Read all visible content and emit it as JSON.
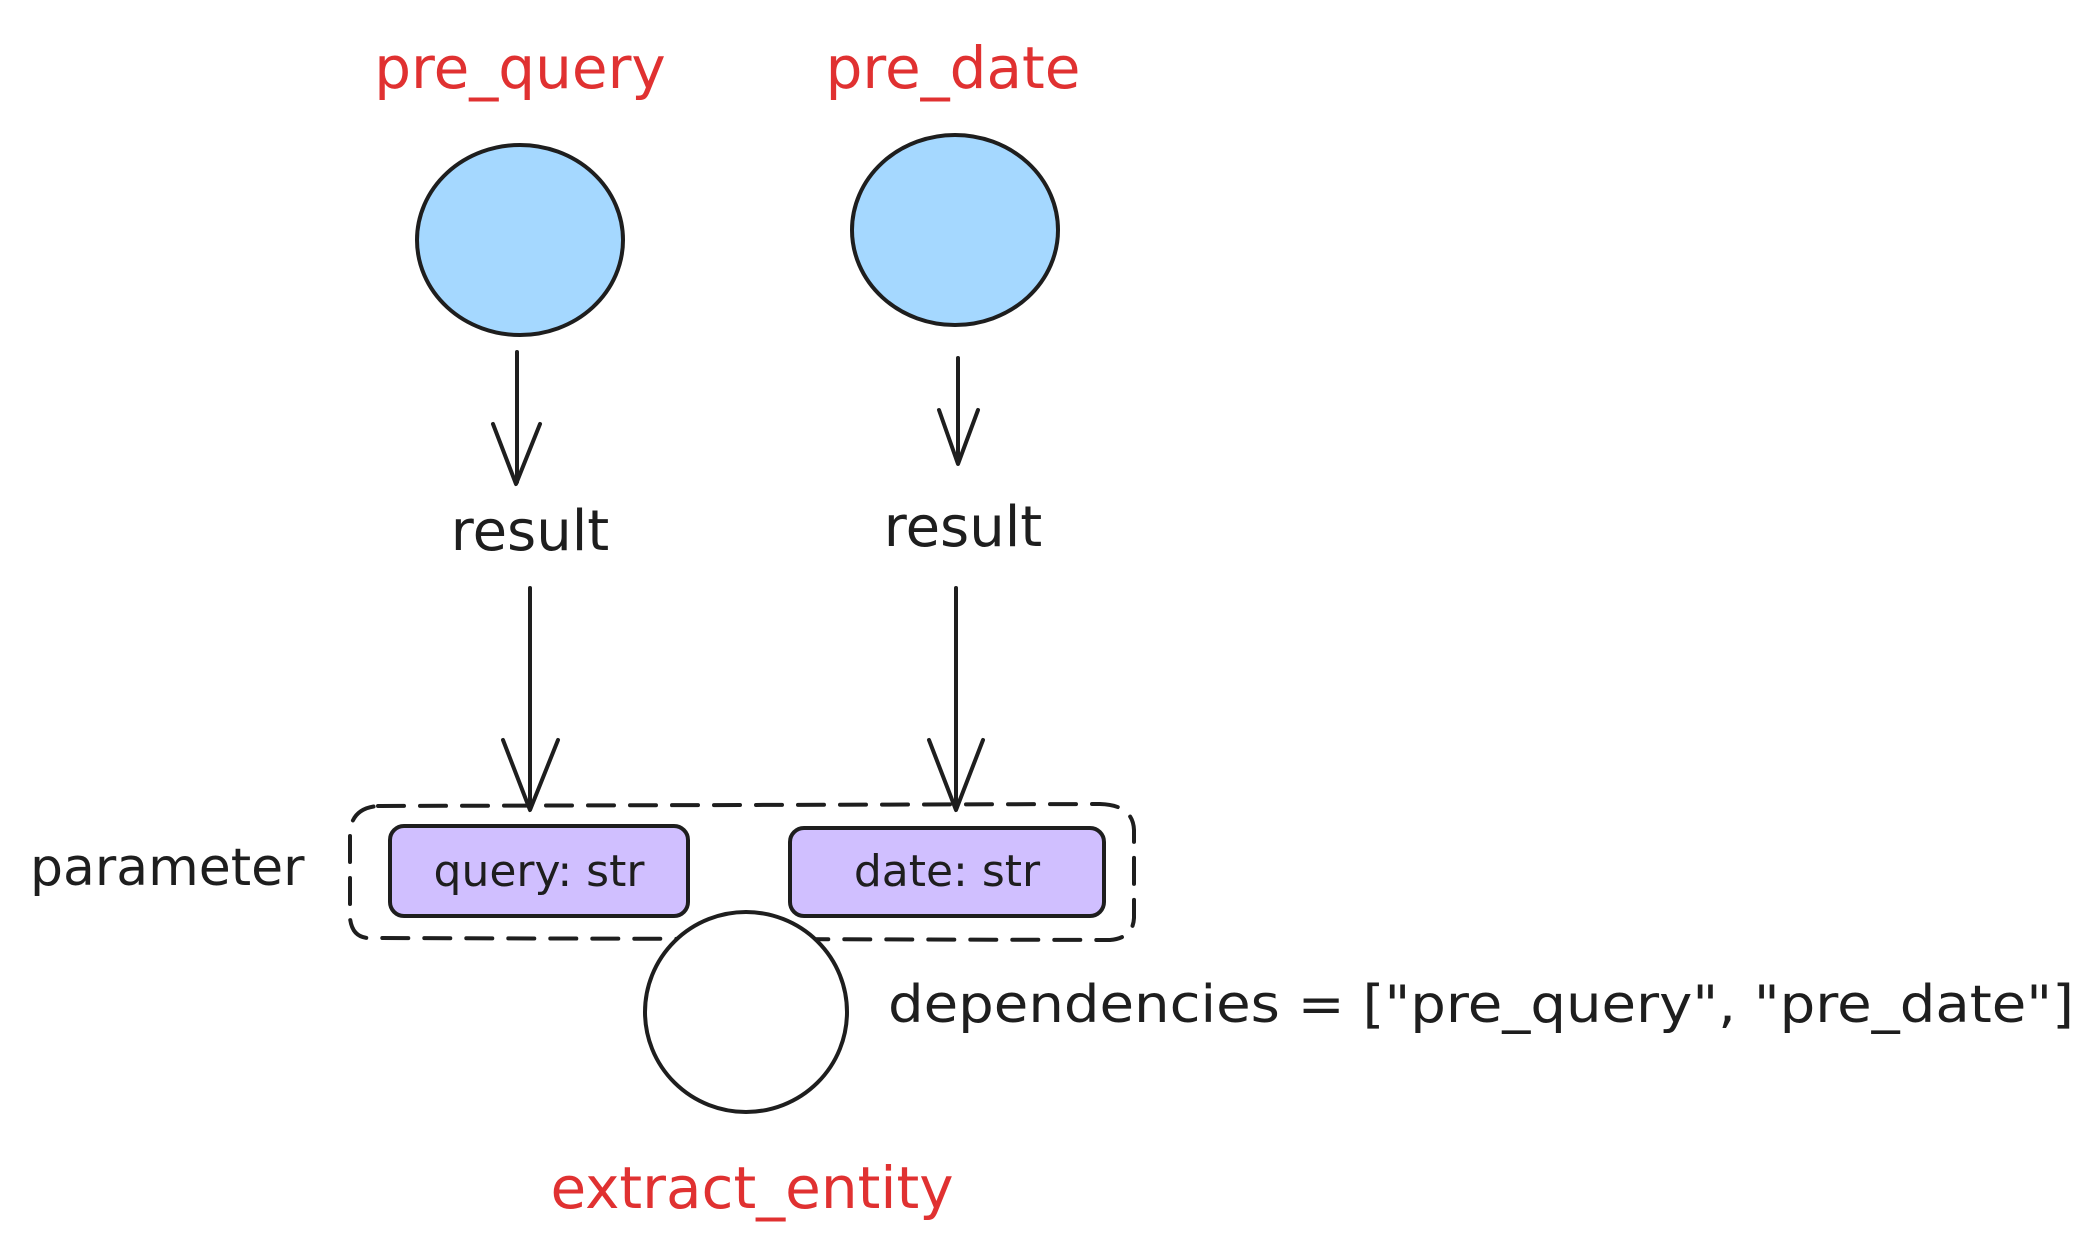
{
  "nodes": {
    "pre_query": {
      "label": "pre_query"
    },
    "pre_date": {
      "label": "pre_date"
    },
    "extract_entity": {
      "label": "extract_entity"
    }
  },
  "edges": {
    "pre_query_result": "result",
    "pre_date_result": "result"
  },
  "parameters": {
    "group_label": "parameter",
    "query": "query: str",
    "date": "date: str"
  },
  "dependencies_text": "dependencies = [\"pre_query\", \"pre_date\"]",
  "colors": {
    "source_node_fill": "#a5d8ff",
    "param_fill": "#d0bfff",
    "node_label": "#e03131",
    "stroke": "#1e1e1e"
  }
}
